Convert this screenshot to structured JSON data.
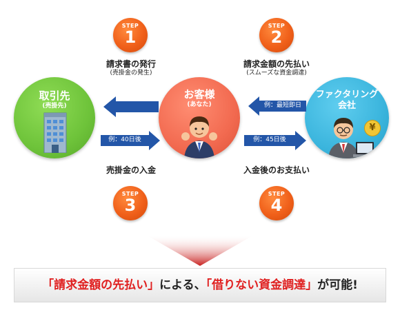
{
  "steps": [
    {
      "label": "STEP",
      "number": "1",
      "title": "請求書の発行",
      "subtitle": "(売掛金の発生)"
    },
    {
      "label": "STEP",
      "number": "2",
      "title": "請求金額の先払い",
      "subtitle": "(スムーズな資金調達)"
    },
    {
      "label": "STEP",
      "number": "3",
      "title": "売掛金の入金"
    },
    {
      "label": "STEP",
      "number": "4",
      "title": "入金後のお支払い"
    }
  ],
  "nodes": {
    "client": {
      "title": "取引先",
      "subtitle": "(売掛先)",
      "color": "#6ec33a"
    },
    "customer": {
      "title": "お客様",
      "subtitle": "(あなた)",
      "color": "#f26a50"
    },
    "factoring": {
      "title_line1": "ファクタリング",
      "title_line2": "会社",
      "color": "#3bb5dd",
      "yen": "¥"
    }
  },
  "arrows": {
    "step1_left": "",
    "step2_left": "例：最短即日",
    "step3_right": "例：40日後",
    "step4_right": "例：45日後",
    "color": "#2356a8"
  },
  "banner": {
    "part1": "「請求金額の先払い」",
    "part2": "による、",
    "part3": "「借りない資金調達」",
    "part4": "が可能!"
  }
}
